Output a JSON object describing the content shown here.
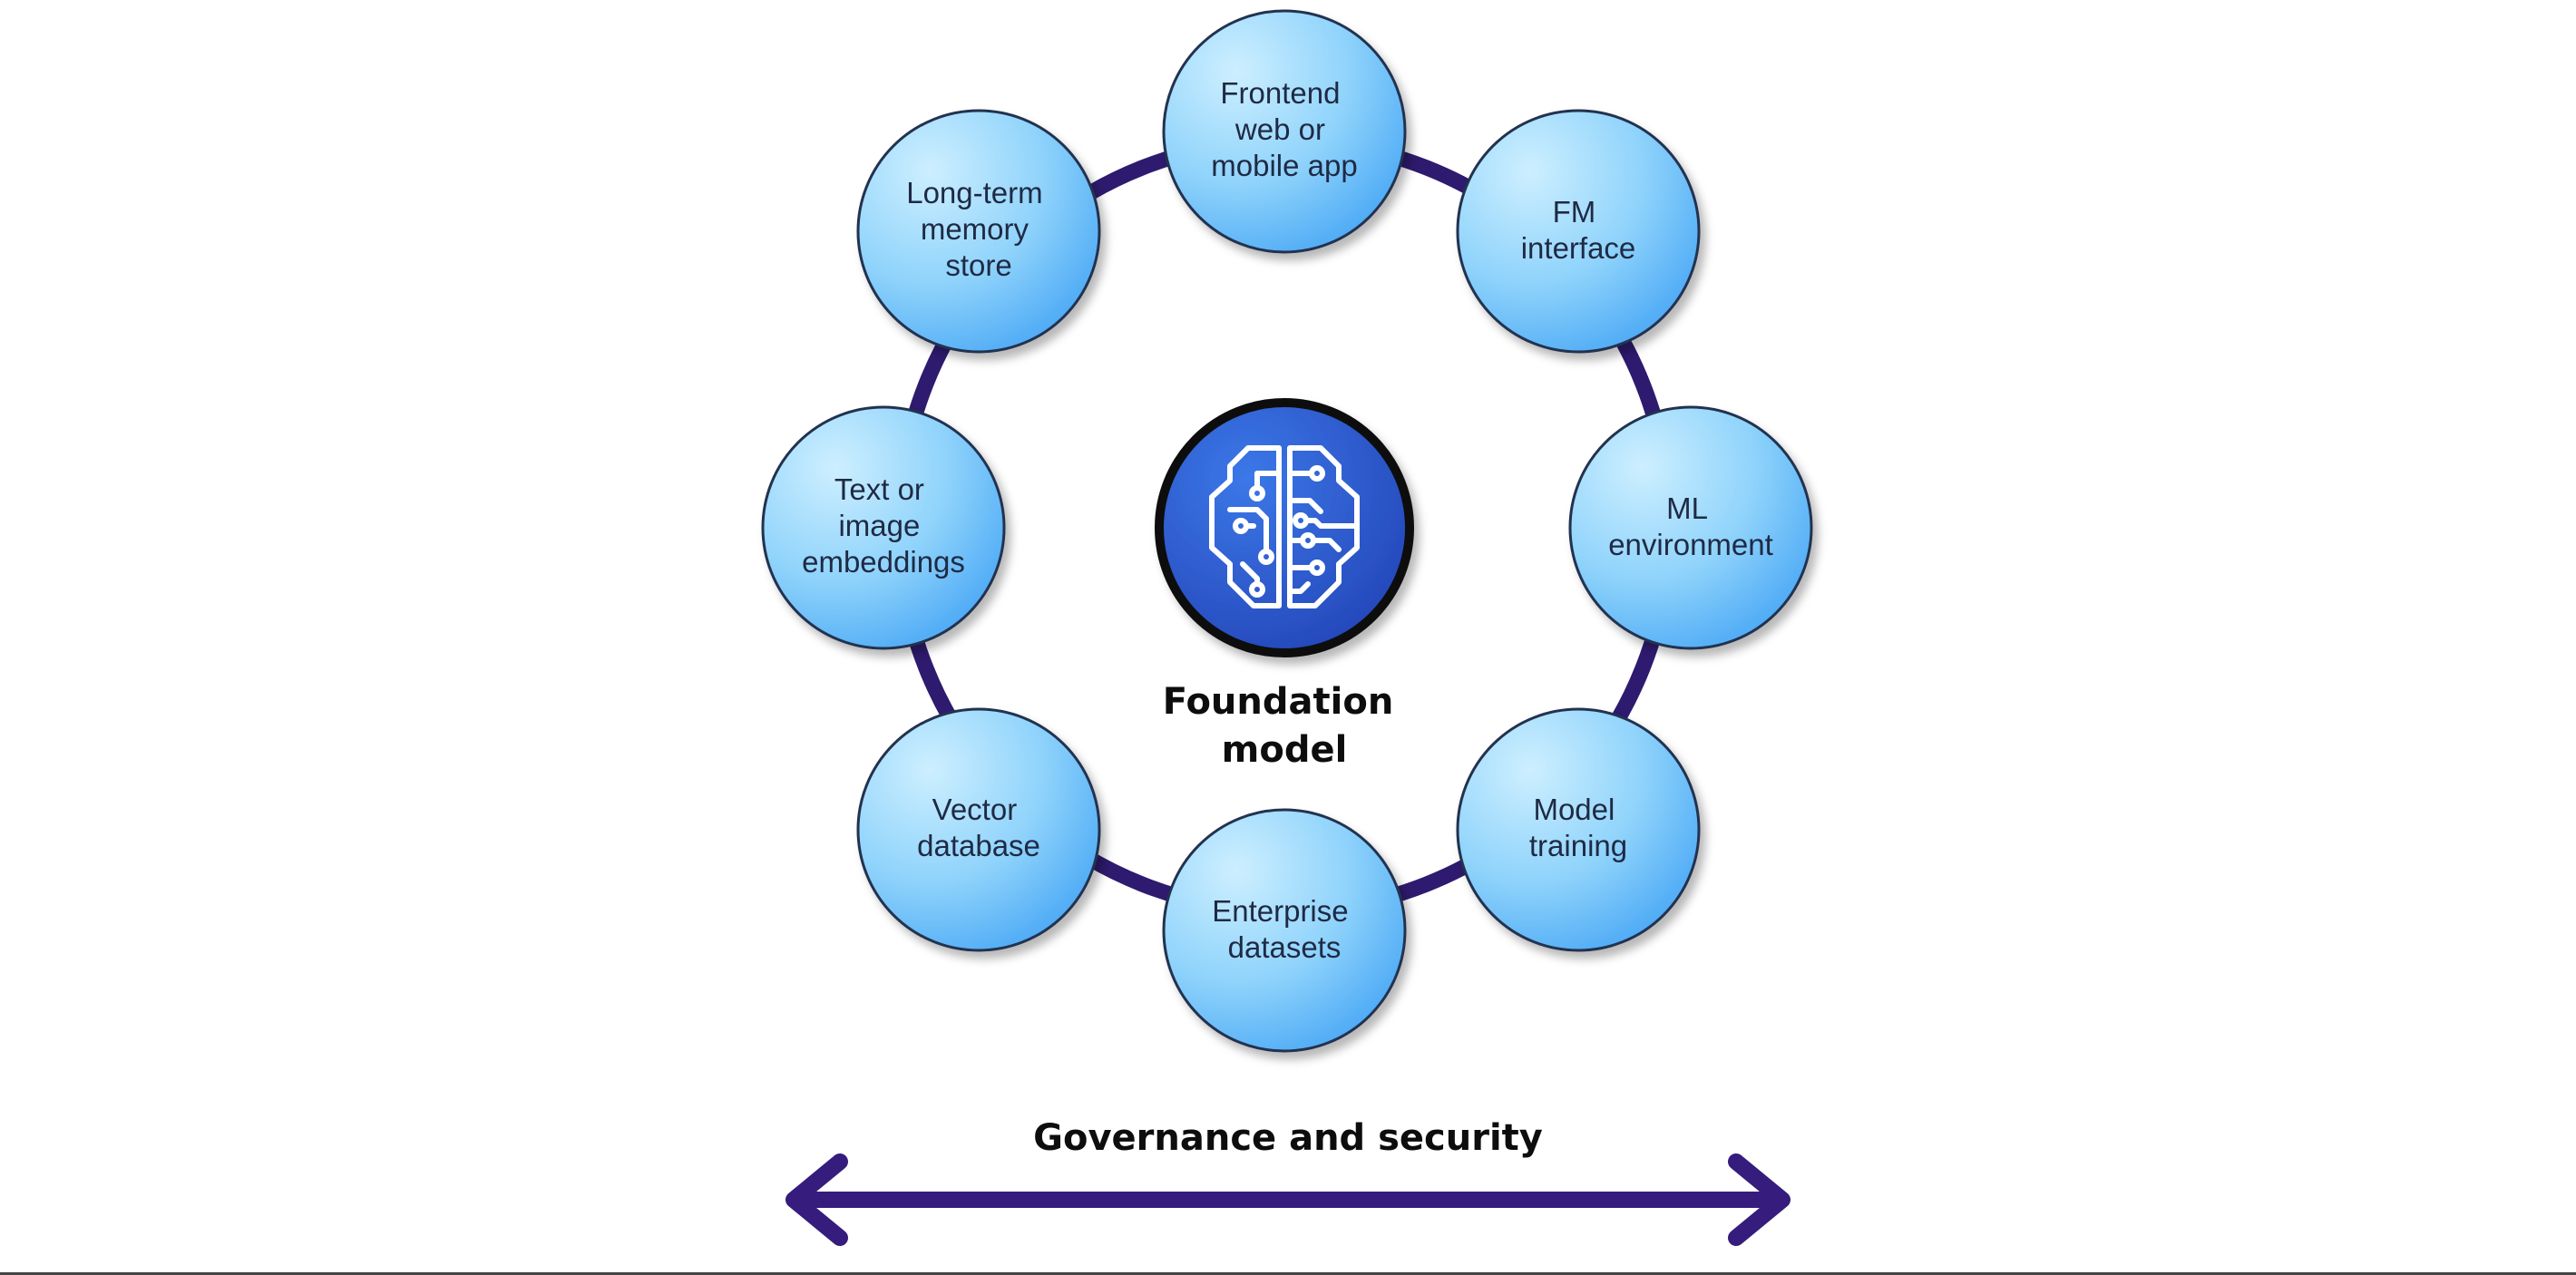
{
  "diagram": {
    "center": {
      "icon": "brain-circuit-icon",
      "title_line1": "Foundation",
      "title_line2": "model"
    },
    "nodes": [
      {
        "id": "frontend",
        "lines": [
          "Frontend",
          "web or",
          "mobile app"
        ]
      },
      {
        "id": "fm-interface",
        "lines": [
          "FM",
          "interface"
        ]
      },
      {
        "id": "ml-environment",
        "lines": [
          "ML",
          "environment"
        ]
      },
      {
        "id": "model-training",
        "lines": [
          "Model",
          "training"
        ]
      },
      {
        "id": "enterprise-datasets",
        "lines": [
          "Enterprise",
          "datasets"
        ]
      },
      {
        "id": "vector-database",
        "lines": [
          "Vector",
          "database"
        ]
      },
      {
        "id": "embeddings",
        "lines": [
          "Text or",
          "image",
          "embeddings"
        ]
      },
      {
        "id": "memory-store",
        "lines": [
          "Long-term",
          "memory",
          "store"
        ]
      }
    ],
    "footer": {
      "label": "Governance and security",
      "arrow": "double-headed-arrow"
    },
    "colors": {
      "ring": "#2e1a6e",
      "arrow": "#351c7d",
      "node_light": "#cdefff",
      "node_dark": "#4aa8f5",
      "node_stroke": "#23334f",
      "center_fill": "#2f63d6",
      "center_stroke": "#111111"
    }
  }
}
